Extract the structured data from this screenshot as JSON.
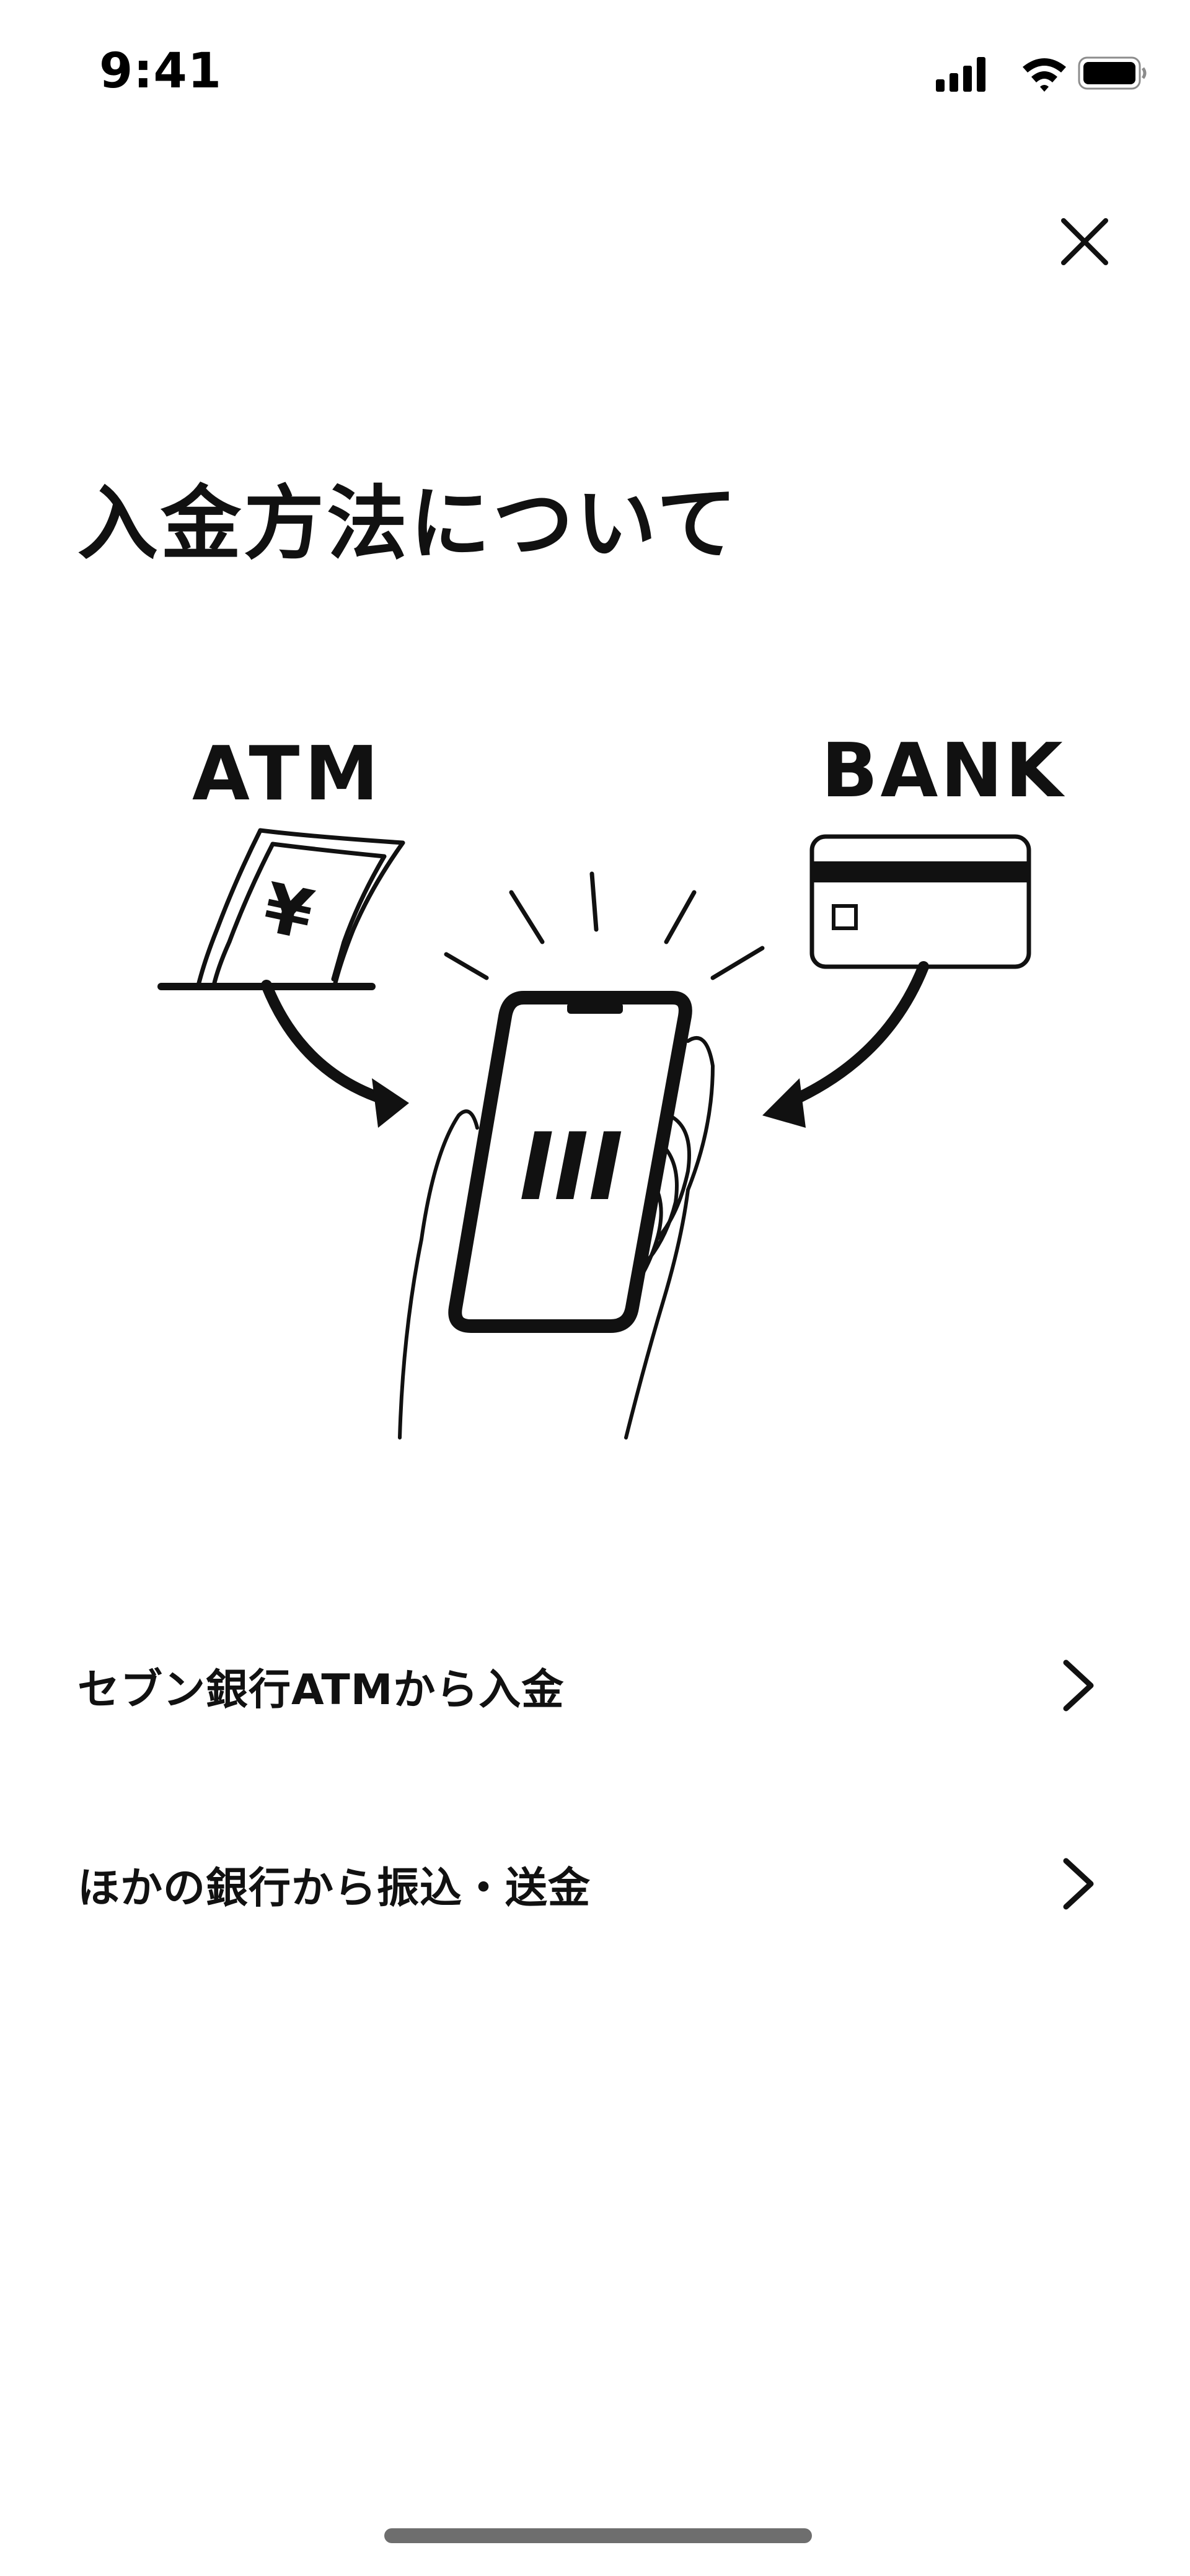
{
  "status_bar": {
    "time": "9:41"
  },
  "header": {
    "close_icon": "close-icon"
  },
  "page": {
    "title": "入金方法について"
  },
  "illustration": {
    "atm_label": "ATM",
    "bank_label": "BANK",
    "yen_symbol": "¥",
    "phone_logo": "III"
  },
  "menu": {
    "items": [
      {
        "label": "セブン銀行ATMから入金",
        "icon": "chevron-right-icon"
      },
      {
        "label": "ほかの銀行から振込・送金",
        "icon": "chevron-right-icon"
      }
    ]
  }
}
